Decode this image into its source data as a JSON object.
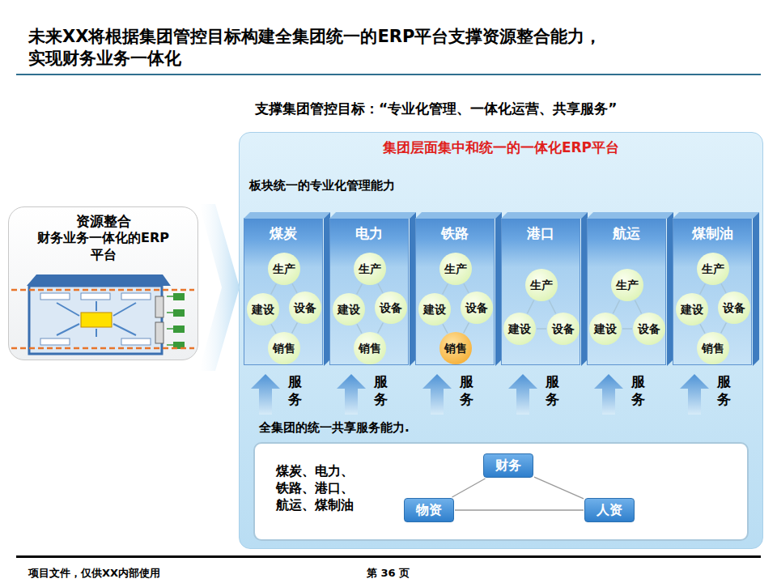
{
  "diagram": {
    "title": "未来XX将根据集团管控目标构建全集团统一的ERP平台支撑资源整合能力， 实现财务业务一体化",
    "nodes": [
      {
        "text": [
          "资源整合",
          "财务业务一体化的ERP 平台"
        ]
      },
      {
        "text": [
          "集团层面集中和统一的一体化ERP平台"
        ]
      },
      {
        "text": [
          "煤炭"
        ],
        "in": 1
      },
      {
        "text": [
          "生产"
        ],
        "in": 2
      },
      {
        "text": [
          "建设"
        ],
        "in": 2
      },
      {
        "text": [
          "设备"
        ],
        "in": 2
      },
      {
        "text": [
          "销售"
        ],
        "in": 2
      },
      {
        "text": [
          "电力"
        ],
        "in": 1
      },
      {
        "text": [
          "生产"
        ],
        "in": 7
      },
      {
        "text": [
          "建设"
        ],
        "in": 7
      },
      {
        "text": [
          "设备"
        ],
        "in": 7
      },
      {
        "text": [
          "销售"
        ],
        "in": 7
      },
      {
        "text": [
          "铁路"
        ],
        "in": 1
      },
      {
        "text": [
          "生产"
        ],
        "in": 12
      },
      {
        "text": [
          "建设"
        ],
        "in": 12
      },
      {
        "text": [
          "设备"
        ],
        "in": 12
      },
      {
        "text": [
          "销售"
        ],
        "in": 12
      },
      {
        "text": [
          "港口"
        ],
        "in": 1
      },
      {
        "text": [
          "生产"
        ],
        "in": 17
      },
      {
        "text": [
          "建设"
        ],
        "in": 17
      },
      {
        "text": [
          "设备"
        ],
        "in": 17
      },
      {
        "text": [
          "航运"
        ],
        "in": 1
      },
      {
        "text": [
          "生产"
        ],
        "in": 21
      },
      {
        "text": [
          "建设"
        ],
        "in": 21
      },
      {
        "text": [
          "设备"
        ],
        "in": 21
      },
      {
        "text": [
          "煤制油"
        ],
        "in": 1
      },
      {
        "text": [
          "生产"
        ],
        "in": 25
      },
      {
        "text": [
          "建设"
        ],
        "in": 25
      },
      {
        "text": [
          "设备"
        ],
        "in": 25
      },
      {
        "text": [
          "销售"
        ],
        "in": 25
      },
      {
        "text": [
          "煤炭、电力、 铁路、港口、 航运、煤制油"
        ],
        "in": 1
      },
      {
        "text": [
          "财务"
        ],
        "in": 30
      },
      {
        "text": [
          "物资"
        ],
        "in": 30
      },
      {
        "text": [
          "人资"
        ],
        "in": 30
      }
    ],
    "edges": [
      {
        "from": 3,
        "to": 4,
        "arrow": "none"
      },
      {
        "from": 3,
        "to": 5,
        "arrow": "none"
      },
      {
        "from": 4,
        "to": 6,
        "arrow": "none"
      },
      {
        "from": 5,
        "to": 6,
        "arrow": "none"
      },
      {
        "from": 8,
        "to": 9,
        "arrow": "none"
      },
      {
        "from": 8,
        "to": 10,
        "arrow": "none"
      },
      {
        "from": 9,
        "to": 11,
        "arrow": "none"
      },
      {
        "from": 10,
        "to": 11,
        "arrow": "none"
      },
      {
        "from": 13,
        "to": 14,
        "arrow": "none"
      },
      {
        "from": 13,
        "to": 15,
        "arrow": "none"
      },
      {
        "from": 14,
        "to": 16,
        "arrow": "none"
      },
      {
        "from": 15,
        "to": 16,
        "arrow": "none"
      },
      {
        "from": 18,
        "to": 19,
        "arrow": "none"
      },
      {
        "from": 18,
        "to": 20,
        "arrow": "none"
      },
      {
        "from": 19,
        "to": 20,
        "arrow": "none"
      },
      {
        "from": 22,
        "to": 23,
        "arrow": "none"
      },
      {
        "from": 22,
        "to": 24,
        "arrow": "none"
      },
      {
        "from": 23,
        "to": 24,
        "arrow": "none"
      },
      {
        "from": 26,
        "to": 27,
        "arrow": "none"
      },
      {
        "from": 26,
        "to": 28,
        "arrow": "none"
      },
      {
        "from": 27,
        "to": 29,
        "arrow": "none"
      },
      {
        "from": 28,
        "to": 29,
        "arrow": "none"
      },
      {
        "from": 31,
        "to": 32,
        "arrow": "none"
      },
      {
        "from": 31,
        "to": 33,
        "arrow": "none"
      },
      {
        "from": 32,
        "to": 33,
        "arrow": "none"
      }
    ],
    "labels": [
      "支撑集团管控目标：“专业化管理、一体化运营、共享服务”",
      "板块统一的专业化管理能力",
      "服务",
      "服务",
      "服务",
      "服务",
      "服务",
      "服务",
      "全集团的统一共享服务能力.",
      "项目文件，仅供XX内部使用",
      "第 36 页"
    ]
  }
}
